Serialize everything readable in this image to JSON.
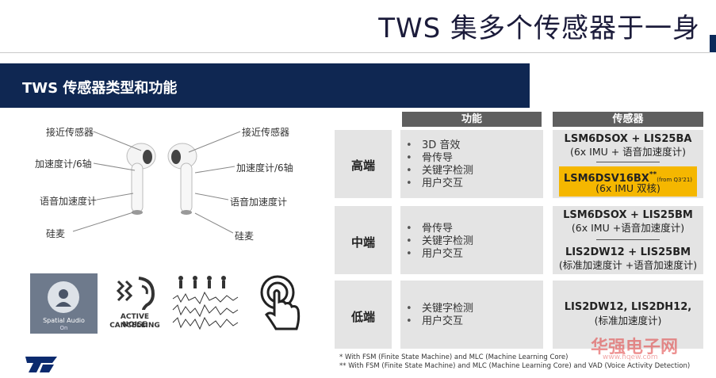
{
  "title": "TWS 集多个传感器于一身",
  "banner": "TWS 传感器类型和功能",
  "earbud_labels": {
    "left": [
      "接近传感器",
      "加速度计/6轴",
      "语音加速度计",
      "硅麦"
    ],
    "right": [
      "接近传感器",
      "加速度计/6轴",
      "语音加速度计",
      "硅麦"
    ]
  },
  "icons": {
    "spatial_audio": "Spatial Audio",
    "spatial_audio_sub": "On",
    "anc_line1": "ACTIVE NOISE",
    "anc_line2": "CANCELLING"
  },
  "table": {
    "header_func": "功能",
    "header_sensor": "传感器",
    "rows": [
      {
        "tier": "高端",
        "features": [
          "3D 音效",
          "骨传导",
          "关键字检测",
          "用户交互"
        ],
        "sensor1_name": "LSM6DSOX + LIS25BA",
        "sensor1_desc": "(6x IMU + 语音加速度计)",
        "sensor2_name": "LSM6DSV16BX",
        "sensor2_mark": "**",
        "sensor2_note": "(from Q3'21)",
        "sensor2_desc": "(6x IMU 双核)"
      },
      {
        "tier": "中端",
        "features": [
          "骨传导",
          "关键字检测",
          "用户交互"
        ],
        "sensor1_name": "LSM6DSOX + LIS25BM",
        "sensor1_desc": "(6x IMU +语音加速度计)",
        "sensor2_name": "LIS2DW12 + LIS25BM",
        "sensor2_desc": "(标准加速度计 +语音加速度计)"
      },
      {
        "tier": "低端",
        "features": [
          "关键字检测",
          "用户交互"
        ],
        "sensor1_name": "LIS2DW12, LIS2DH12,",
        "sensor1_desc": "(标准加速度计)"
      }
    ]
  },
  "footnotes": [
    "*   With FSM (Finite State Machine) and MLC (Machine Learning Core)",
    "** With FSM (Finite State Machine) and MLC (Machine Learning Core) and VAD (Voice Activity Detection)"
  ],
  "watermark": "华强电子网",
  "watermark_url": "www.hqew.com",
  "colors": {
    "navy": "#0f2752",
    "header_gray": "#5f5f5f",
    "highlight": "#f5b700",
    "tier_bg": "#e4e4e4"
  }
}
